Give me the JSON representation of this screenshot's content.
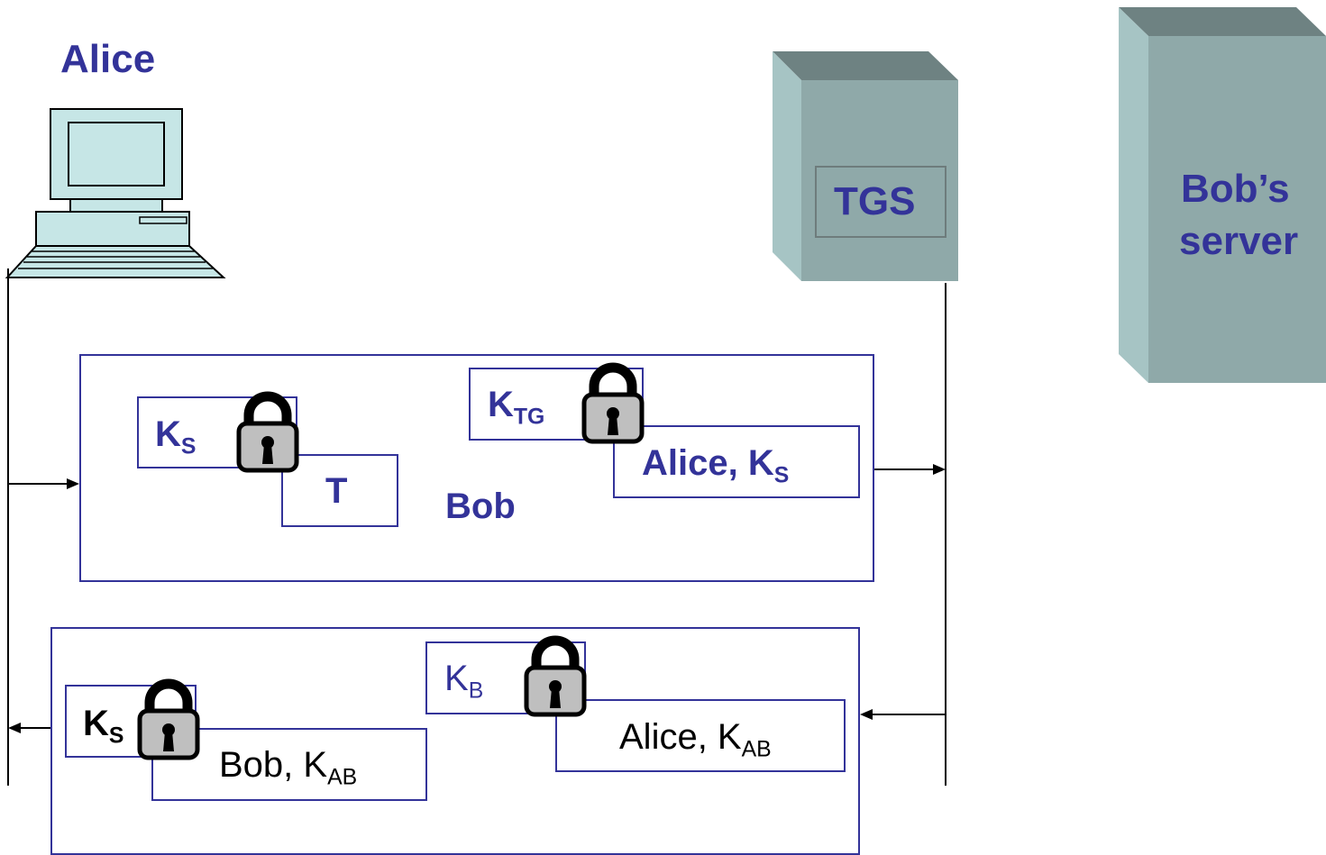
{
  "actors": {
    "alice": "Alice",
    "tgs": "TGS",
    "bob_server_line1": "Bob’s",
    "bob_server_line2": "server"
  },
  "request_message": {
    "ks_key": "K",
    "ks_sub": "S",
    "timestamp": "T",
    "target": "Bob",
    "ktg_key": "K",
    "ktg_sub": "TG",
    "ticket_text": "Alice, K",
    "ticket_sub": "S"
  },
  "reply_message": {
    "ks_key": "K",
    "ks_sub": "S",
    "inner_text": "Bob, K",
    "inner_sub": "AB",
    "kb_key": "K",
    "kb_sub": "B",
    "ticket_text": "Alice, K",
    "ticket_sub": "AB"
  },
  "colors": {
    "accent": "#333399",
    "server_front": "#8FA9A9",
    "server_side": "#A6C4C4",
    "server_top": "#6E8282",
    "computer": "#C6E6E6"
  }
}
